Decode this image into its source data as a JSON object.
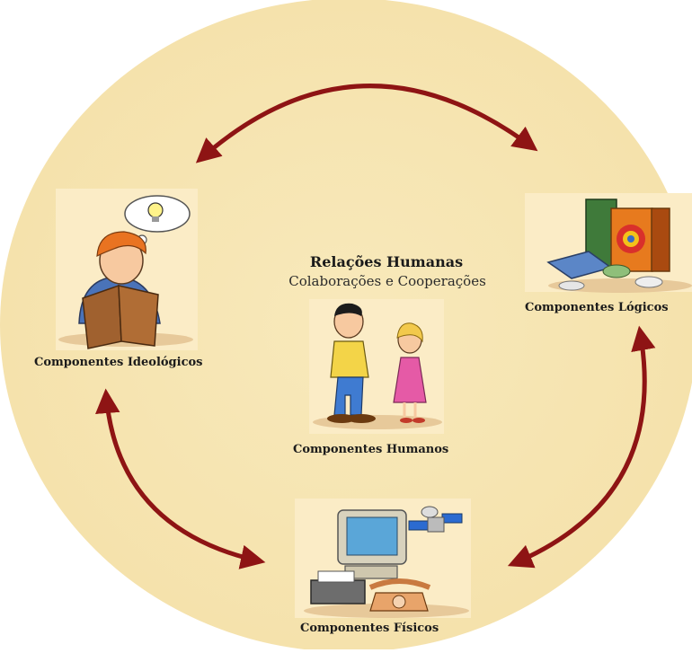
{
  "center": {
    "title": "Relações Humanas",
    "subtitle": "Colaborações e Cooperações"
  },
  "nodes": {
    "ideological": {
      "label": "Componentes Ideológicos",
      "icon": "person-reading-book-lightbulb-icon"
    },
    "logical": {
      "label": "Componentes Lógicos",
      "icon": "software-boxes-and-discs-icon"
    },
    "human": {
      "label": "Componentes Humanos",
      "icon": "man-and-woman-icon"
    },
    "physical": {
      "label": "Componentes Físicos",
      "icon": "computer-phone-fax-satellite-icon"
    }
  },
  "colors": {
    "background_circle": "#f7e6b3",
    "arrow": "#8e1414",
    "panel": "#fbecc6"
  }
}
